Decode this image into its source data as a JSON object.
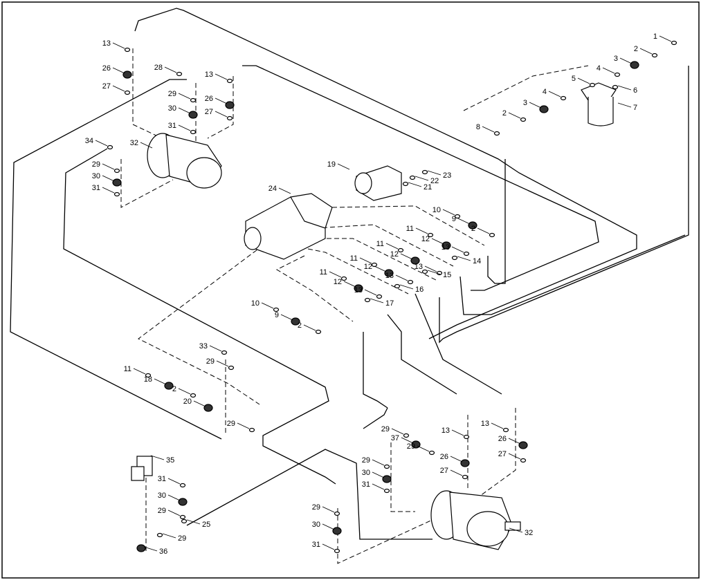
{
  "diagram": {
    "type": "exploded hydraulic parts diagram",
    "callouts": [
      "1",
      "2",
      "3",
      "4",
      "5",
      "6",
      "7",
      "4",
      "3",
      "2",
      "8",
      "13",
      "26",
      "27",
      "28",
      "13",
      "29",
      "26",
      "30",
      "27",
      "31",
      "32",
      "34",
      "29",
      "30",
      "31",
      "19",
      "23",
      "22",
      "21",
      "24",
      "10",
      "9",
      "11",
      "2",
      "12",
      "11",
      "13",
      "12",
      "11",
      "14",
      "13",
      "12",
      "11",
      "15",
      "13",
      "12",
      "16",
      "10",
      "13",
      "17",
      "9",
      "2",
      "11",
      "33",
      "29",
      "18",
      "2",
      "20",
      "29",
      "29",
      "37",
      "29",
      "13",
      "13",
      "26",
      "27",
      "26",
      "27",
      "29",
      "30",
      "31",
      "35",
      "31",
      "30",
      "29",
      "25",
      "29",
      "36",
      "29",
      "30",
      "31",
      "32"
    ]
  }
}
